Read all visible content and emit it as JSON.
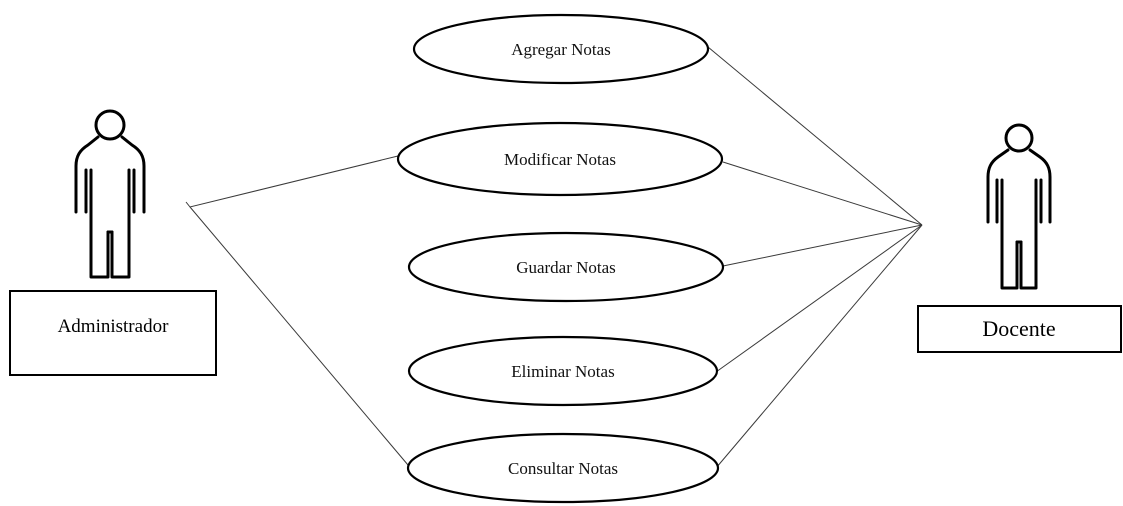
{
  "actors": {
    "admin": {
      "label": "Administrador"
    },
    "docente": {
      "label": "Docente"
    }
  },
  "use_cases": [
    {
      "id": "agregar",
      "label": "Agregar Notas"
    },
    {
      "id": "modificar",
      "label": "Modificar Notas"
    },
    {
      "id": "guardar",
      "label": "Guardar Notas"
    },
    {
      "id": "eliminar",
      "label": "Eliminar Notas"
    },
    {
      "id": "consultar",
      "label": "Consultar Notas"
    }
  ],
  "associations": [
    {
      "actor": "admin",
      "use_case": "modificar"
    },
    {
      "actor": "admin",
      "use_case": "consultar"
    },
    {
      "actor": "docente",
      "use_case": "agregar"
    },
    {
      "actor": "docente",
      "use_case": "modificar"
    },
    {
      "actor": "docente",
      "use_case": "guardar"
    },
    {
      "actor": "docente",
      "use_case": "eliminar"
    },
    {
      "actor": "docente",
      "use_case": "consultar"
    }
  ]
}
